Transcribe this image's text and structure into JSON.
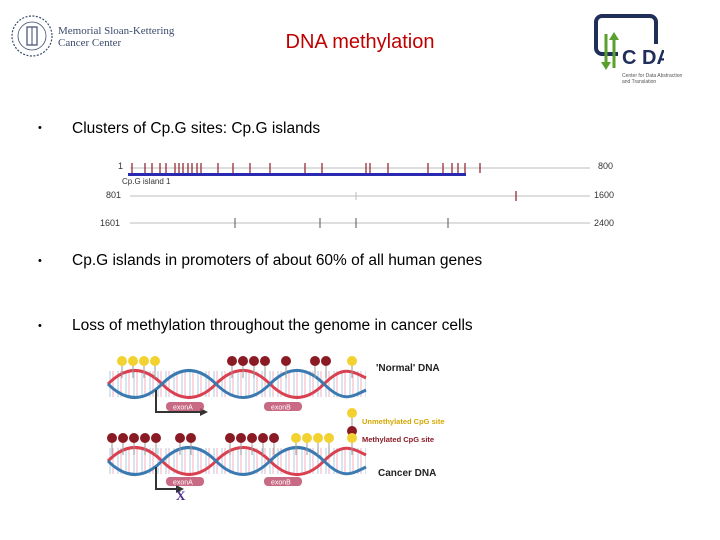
{
  "header": {
    "org_line1": "Memorial Sloan-Kettering",
    "org_line2": "Cancer Center",
    "title": "DNA methylation",
    "cdat_name": "C DAT",
    "cdat_line1": "Center for Data Abstraction",
    "cdat_line2": "and Translation"
  },
  "bullets": [
    "Clusters of Cp.G sites: Cp.G islands",
    "Cp.G islands in promoters of about 60% of all human genes",
    "Loss of methylation throughout the genome in cancer cells"
  ],
  "cpg_map": {
    "island_label": "Cp.G island 1",
    "rows": [
      {
        "start": "1",
        "end": "800"
      },
      {
        "start": "801",
        "end": "1600"
      },
      {
        "start": "1601",
        "end": "2400"
      }
    ]
  },
  "diagram": {
    "normal_label": "'Normal' DNA",
    "cancer_label": "Cancer DNA",
    "exon_a": "exonA",
    "exon_b": "exonB",
    "legend_unmethylated": "Unmethylated CpG site",
    "legend_methylated": "Methylated CpG site",
    "block_mark": "X",
    "colors": {
      "unmethylated": "#f2d230",
      "methylated": "#8a1a24",
      "strand_red": "#d94050",
      "strand_blue": "#3a7ab0",
      "exon": "#c05070"
    }
  },
  "colors": {
    "title": "#c00000",
    "island_bar": "#2a2ab0",
    "cdat_green": "#5aa02c",
    "cdat_navy": "#1f2f5a"
  }
}
